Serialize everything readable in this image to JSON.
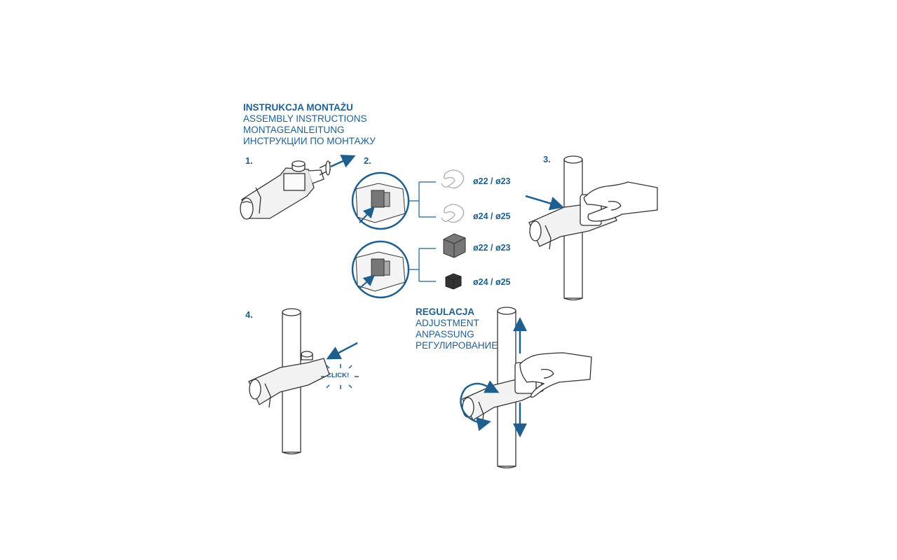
{
  "title": {
    "line_pl": "INSTRUKCJA MONTAŻU",
    "line_en": "ASSEMBLY INSTRUCTIONS",
    "line_de": "MONTAGEANLEITUNG",
    "line_ru": "ИНСТРУКЦИИ ПО МОНТАЖУ"
  },
  "steps": {
    "step1": "1.",
    "step2": "2.",
    "step3": "3.",
    "step4": "4."
  },
  "sizes": {
    "insert_small_a": "ø22 / ø23",
    "insert_small_b": "ø24 / ø25",
    "insert_large_a": "ø22 / ø23",
    "insert_large_b": "ø24 / ø25"
  },
  "adjustment": {
    "line_pl": "REGULACJA",
    "line_en": "ADJUSTMENT",
    "line_de": "ANPASSUNG",
    "line_ru": "РЕГУЛИРОВАНИЕ"
  },
  "click_text": "CLICK!",
  "colors": {
    "accent": "#1f5f8f",
    "line": "#333333",
    "fill_grey": "#777777",
    "fill_dark": "#333333"
  }
}
